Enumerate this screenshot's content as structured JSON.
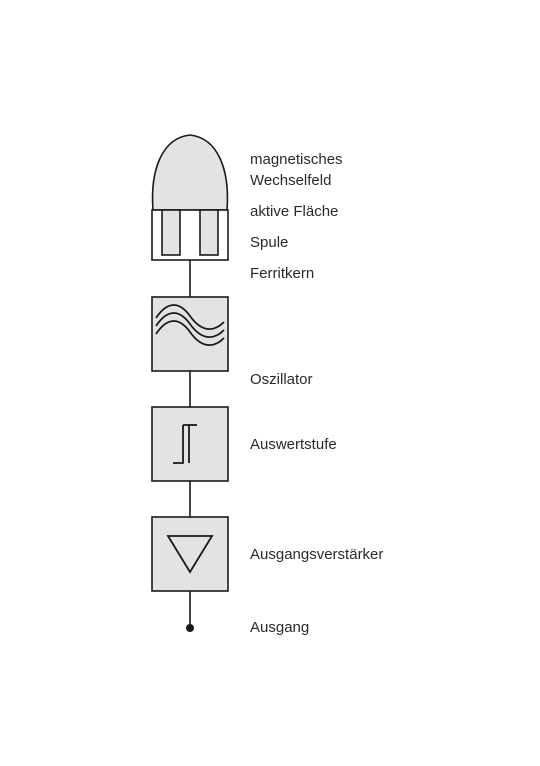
{
  "labels": {
    "field_line1": "magnetisches",
    "field_line2": "Wechselfeld",
    "active_surface": "aktive Fläche",
    "coil": "Spule",
    "ferrite_core": "Ferritkern",
    "oscillator": "Oszillator",
    "evaluation_stage": "Auswertstufe",
    "output_amplifier": "Ausgangsverstärker",
    "output": "Ausgang"
  },
  "colors": {
    "block_fill": "#e3e3e3",
    "stroke": "#1a1a1a",
    "background": "#ffffff"
  }
}
